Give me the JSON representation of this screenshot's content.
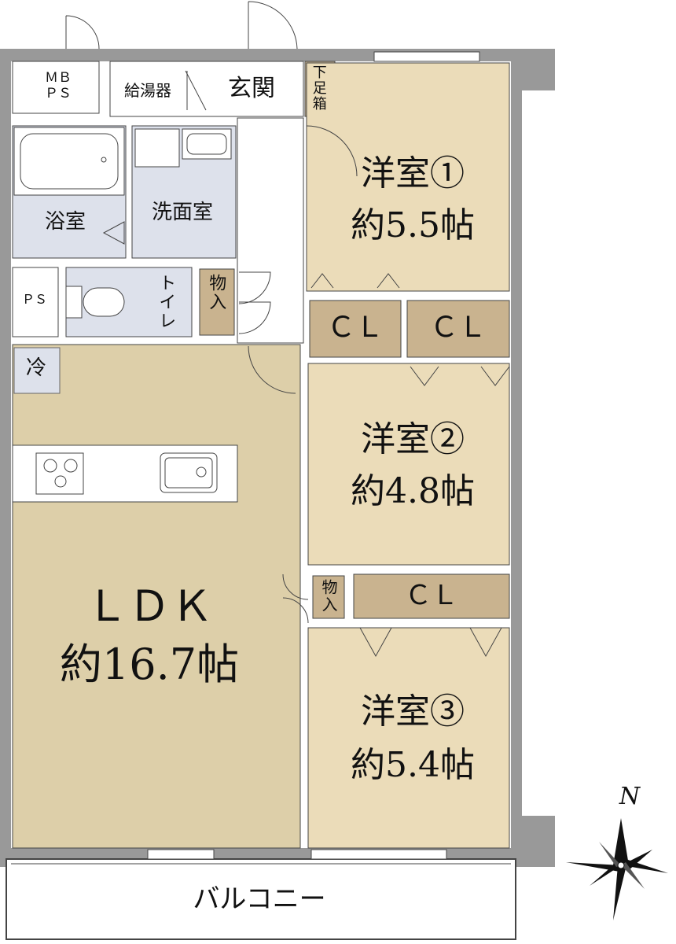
{
  "colors": {
    "wall": "#999999",
    "room_tan": "#ebdcb9",
    "ldk_tan": "#ddcfa9",
    "storage_brown": "#c9b38f",
    "wet_blue": "#dde1eb",
    "outline": "#444444"
  },
  "labels": {
    "mbps": "ＭＢ\nＰＳ",
    "water_heater": "給湯器",
    "entrance": "玄関",
    "shoe_box": "下足箱",
    "bathroom": "浴室",
    "washroom": "洗面室",
    "ps": "ＰＳ",
    "storage_toilet_side": "物入",
    "toilet": "トイレ",
    "fridge": "冷",
    "room1_name": "洋室①",
    "room1_size": "約5.5帖",
    "cl_a": "ＣＬ",
    "cl_b": "ＣＬ",
    "room2_name": "洋室②",
    "room2_size": "約4.8帖",
    "storage_mid": "物入",
    "cl_c": "ＣＬ",
    "ldk_name": "ＬＤＫ",
    "ldk_size": "約16.7帖",
    "room3_name": "洋室③",
    "room3_size": "約5.4帖",
    "balcony": "バルコニー",
    "north": "N"
  }
}
